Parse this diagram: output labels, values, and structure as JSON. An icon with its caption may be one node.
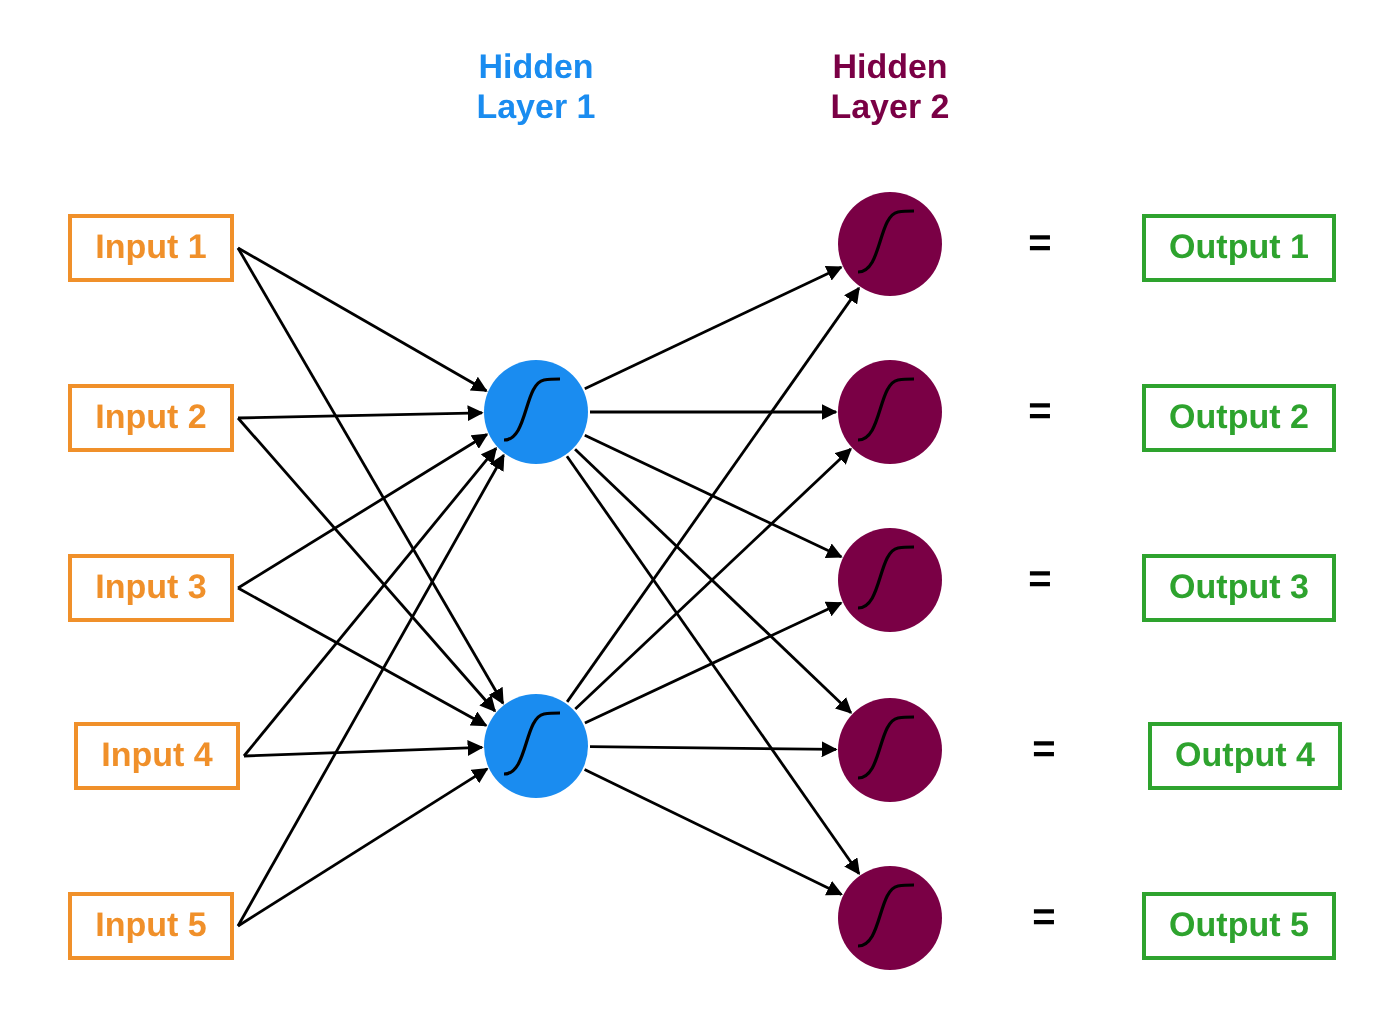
{
  "diagram": {
    "nodes": [
      {
        "text": [
          "Input 1"
        ]
      },
      {
        "text": [
          "Input 2"
        ]
      },
      {
        "text": [
          "Input 3"
        ]
      },
      {
        "text": [
          "Input 4"
        ]
      },
      {
        "text": [
          "Input 5"
        ]
      },
      {
        "text": [],
        "shape": "circle"
      },
      {
        "text": [],
        "shape": "circle"
      },
      {
        "text": [],
        "shape": "circle"
      },
      {
        "text": [],
        "shape": "circle"
      },
      {
        "text": [],
        "shape": "circle"
      },
      {
        "text": [],
        "shape": "circle"
      },
      {
        "text": [],
        "shape": "circle"
      },
      {
        "text": [
          "Output 1"
        ]
      },
      {
        "text": [
          "Output 2"
        ]
      },
      {
        "text": [
          "Output 3"
        ]
      },
      {
        "text": [
          "Output 4"
        ]
      },
      {
        "text": [
          "Output 5"
        ]
      }
    ],
    "edges": [
      {
        "from": 0,
        "to": 5,
        "arrow": "to"
      },
      {
        "from": 0,
        "to": 6,
        "arrow": "to"
      },
      {
        "from": 1,
        "to": 5,
        "arrow": "to"
      },
      {
        "from": 1,
        "to": 6,
        "arrow": "to"
      },
      {
        "from": 2,
        "to": 5,
        "arrow": "to"
      },
      {
        "from": 2,
        "to": 6,
        "arrow": "to"
      },
      {
        "from": 3,
        "to": 5,
        "arrow": "to"
      },
      {
        "from": 3,
        "to": 6,
        "arrow": "to"
      },
      {
        "from": 4,
        "to": 5,
        "arrow": "to"
      },
      {
        "from": 4,
        "to": 6,
        "arrow": "to"
      },
      {
        "from": 5,
        "to": 7,
        "arrow": "to"
      },
      {
        "from": 5,
        "to": 8,
        "arrow": "to"
      },
      {
        "from": 5,
        "to": 9,
        "arrow": "to"
      },
      {
        "from": 5,
        "to": 10,
        "arrow": "to"
      },
      {
        "from": 5,
        "to": 11,
        "arrow": "to"
      },
      {
        "from": 6,
        "to": 7,
        "arrow": "to"
      },
      {
        "from": 6,
        "to": 8,
        "arrow": "to"
      },
      {
        "from": 6,
        "to": 9,
        "arrow": "to"
      },
      {
        "from": 6,
        "to": 10,
        "arrow": "to"
      },
      {
        "from": 6,
        "to": 11,
        "arrow": "to"
      }
    ],
    "labels": [
      "Hidden Layer 1",
      "Hidden Layer 2",
      "=",
      "=",
      "=",
      "=",
      "="
    ]
  }
}
